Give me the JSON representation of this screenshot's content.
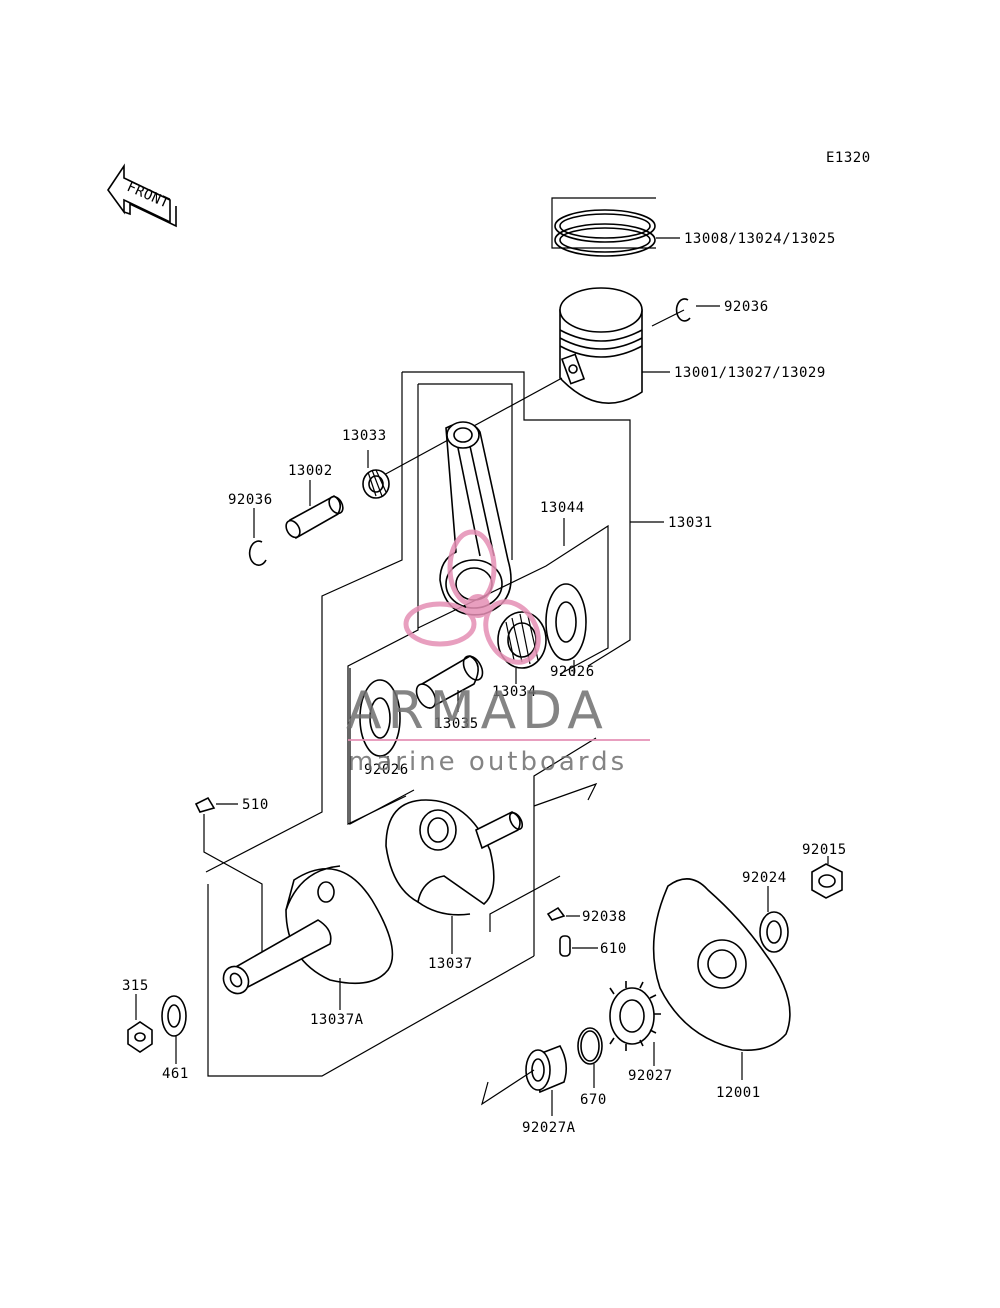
{
  "diagram_code": "E1320",
  "front_label": "FRONT",
  "watermark": {
    "brand": "ARMADA",
    "tagline": "marine outboards",
    "logo_color": "#e58fb4"
  },
  "part_labels": {
    "rings": "13008/13024/13025",
    "pin_clip_top": "92036",
    "piston": "13001/13027/13029",
    "small_end_bearing": "13033",
    "piston_pin": "13002",
    "pin_clip_left": "92036",
    "connecting_rod_set": "13031",
    "big_end_set": "13044",
    "crank_pin_bearing": "13034",
    "washer_right": "92026",
    "crank_pin": "13035",
    "washer_left": "92026",
    "key": "510",
    "key_right": "92038",
    "crank_half": "13037",
    "crank_half_a": "13037A",
    "dowel_pin": "610",
    "nut_right": "92015",
    "washer_flywheel": "92024",
    "nut": "315",
    "lock_washer": "461",
    "gear": "92027",
    "gear_a": "92027A",
    "o_ring": "670",
    "flywheel_plate": "12001"
  }
}
